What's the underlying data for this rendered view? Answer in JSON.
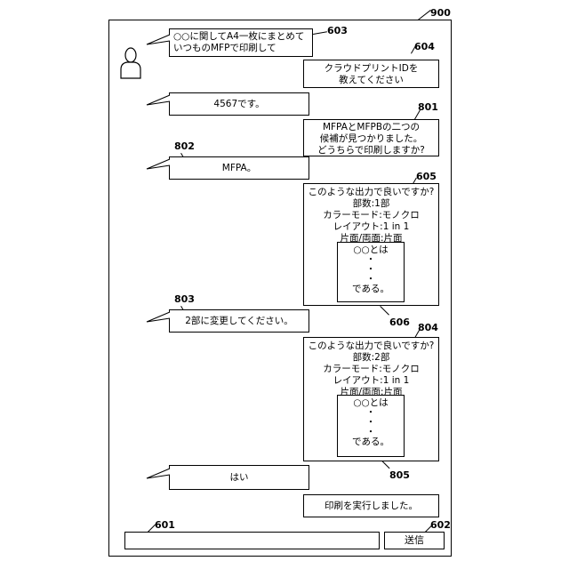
{
  "refs": {
    "frame": "900",
    "msg603": "603",
    "msg604": "604",
    "msg801": "801",
    "msg802": "802",
    "msg605": "605",
    "msg803": "803",
    "msg606": "606",
    "msg804": "804",
    "msg805": "805",
    "input601": "601",
    "send602": "602"
  },
  "messages": {
    "user1": [
      "○○に関してA4一枚にまとめて",
      "いつものMFPで印刷して"
    ],
    "bot1": [
      "クラウドプリントIDを",
      "教えてください"
    ],
    "user2": "4567です。",
    "bot2": [
      "MFPAとMFPBの二つの",
      "候補が見つかりました。",
      "どうちらで印刷しますか?"
    ],
    "user3": "MFPA。",
    "bot3": {
      "lines": [
        "このような出力で良いですか?",
        "部数:1部",
        "カラーモード:モノクロ",
        "レイアウト:1 in 1",
        "片面/両面:片面"
      ],
      "preview": [
        "○○とは",
        "・",
        "・",
        "・",
        "である。"
      ]
    },
    "user4": "2部に変更してください。",
    "bot4": {
      "lines": [
        "このような出力で良いですか?",
        "部数:2部",
        "カラーモード:モノクロ",
        "レイアウト:1 in 1",
        "片面/両面:片面"
      ],
      "preview": [
        "○○とは",
        "・",
        "・",
        "・",
        "である。"
      ]
    },
    "user5": "はい",
    "bot5": "印刷を実行しました。"
  },
  "input": {
    "value": ""
  },
  "send_button": {
    "label": "送信"
  },
  "avatar": {
    "icon": "user-silhouette-icon"
  }
}
